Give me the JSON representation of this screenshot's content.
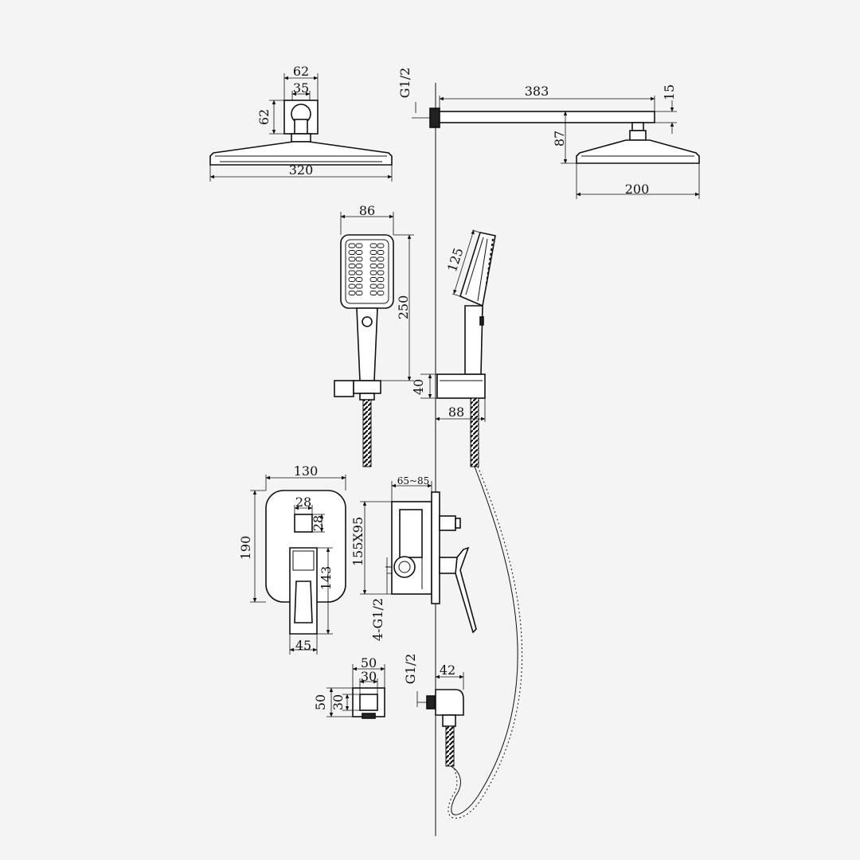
{
  "colors": {
    "background": "#f4f4f4",
    "line": "#111111"
  },
  "dimensions": {
    "head_top_width": "62",
    "head_inner_width": "35",
    "head_height": "62",
    "head_plate_width": "320",
    "arm_thread": "G1/2",
    "arm_length": "383",
    "arm_thickness": "15",
    "head_drop": "87",
    "head_side_width": "200",
    "handset_width": "86",
    "handset_length": "250",
    "handset_side_face": "125",
    "holder_height": "40",
    "holder_depth": "88",
    "plate_width": "130",
    "plate_height": "190",
    "button_width": "28",
    "button_height": "28",
    "lever_height": "143",
    "lever_width": "45",
    "box_depth": "65~85",
    "box_size": "155X95",
    "box_ports": "4-G1/2",
    "outlet_outer_w": "50",
    "outlet_inner_w": "30",
    "outlet_outer_h": "50",
    "outlet_inner_h": "30",
    "outlet_thread": "G1/2",
    "outlet_depth": "42"
  }
}
